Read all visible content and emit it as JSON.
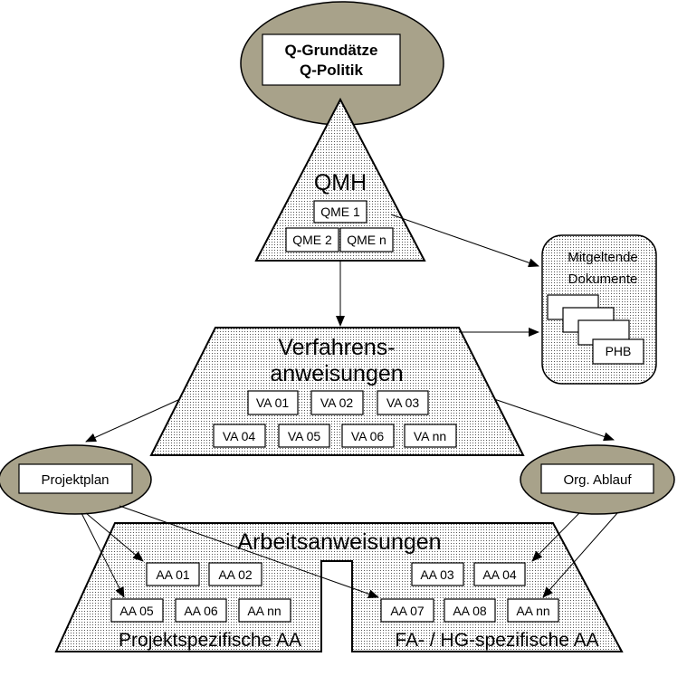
{
  "top": {
    "line1": "Q-Grundätze",
    "line2": "Q-Politik"
  },
  "qmh": {
    "title": "QMH",
    "units": [
      "QME 1",
      "QME 2",
      "QME n"
    ]
  },
  "mitgeltende": {
    "line1": "Mitgeltende",
    "line2": "Dokumente",
    "doc": "PHB"
  },
  "va": {
    "title1": "Verfahrens-",
    "title2": "anweisungen",
    "row1": [
      "VA 01",
      "VA 02",
      "VA 03"
    ],
    "row2": [
      "VA 04",
      "VA 05",
      "VA 06",
      "VA nn"
    ]
  },
  "projektplan": "Projektplan",
  "orgablauf": "Org. Ablauf",
  "aa": {
    "title": "Arbeitsanweisungen",
    "left_row1": [
      "AA 01",
      "AA 02"
    ],
    "left_row2": [
      "AA 05",
      "AA 06",
      "AA nn"
    ],
    "right_row1": [
      "AA 03",
      "AA 04"
    ],
    "right_row2": [
      "AA 07",
      "AA 08",
      "AA nn"
    ],
    "left_caption": "Projektspezifische AA",
    "right_caption": "FA- / HG-spezifische AA"
  }
}
